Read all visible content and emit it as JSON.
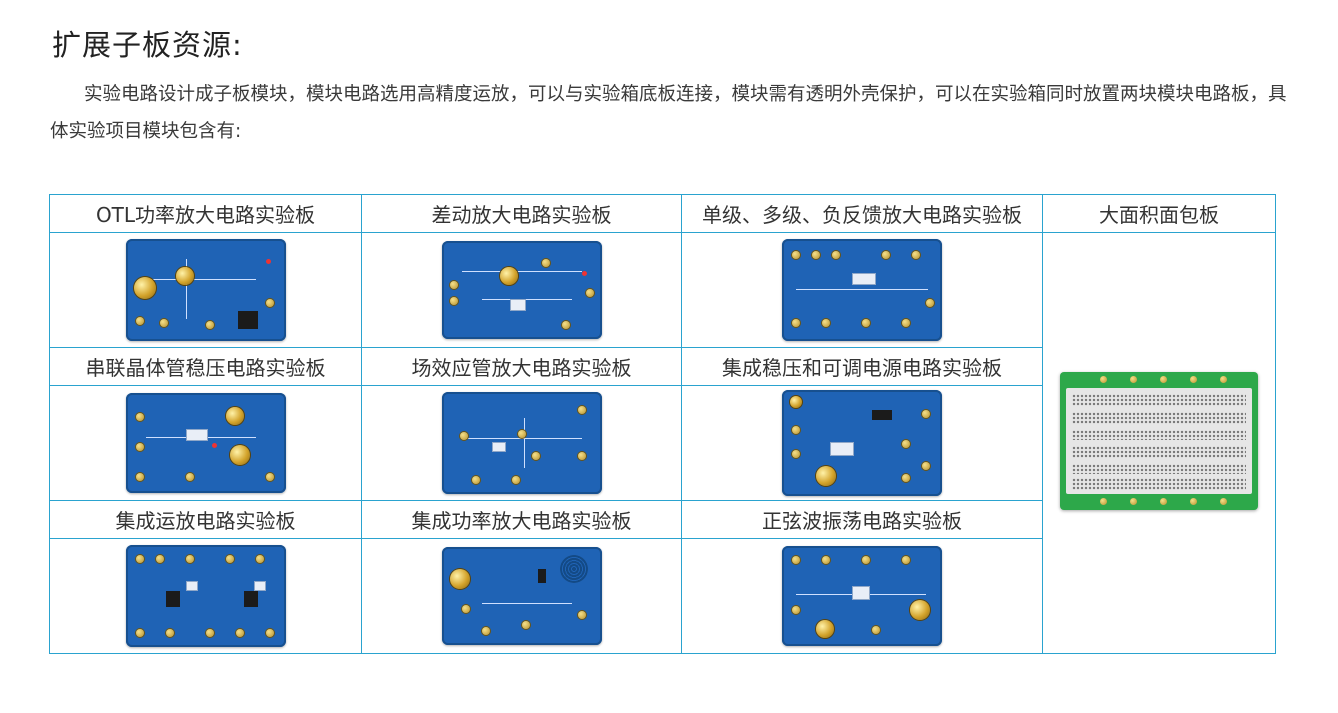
{
  "heading": "扩展子板资源:",
  "intro": "实验电路设计成子板模块，模块电路选用高精度运放，可以与实验箱底板连接，模块需有透明外壳保护，可以在实验箱同时放置两块模块电路板，具体实验项目模块包含有:",
  "colors": {
    "border": "#2aa3cf",
    "board": "#1f63b5",
    "breadboard": "#2da84a"
  },
  "boards": [
    {
      "label": "OTL功率放大电路实验板"
    },
    {
      "label": "差动放大电路实验板"
    },
    {
      "label": "单级、多级、负反馈放大电路实验板"
    },
    {
      "label": "串联晶体管稳压电路实验板"
    },
    {
      "label": "场效应管放大电路实验板"
    },
    {
      "label": "集成稳压和可调电源电路实验板"
    },
    {
      "label": "集成运放电路实验板"
    },
    {
      "label": "集成功率放大电路实验板"
    },
    {
      "label": "正弦波振荡电路实验板"
    }
  ],
  "breadboard": {
    "label": "大面积面包板"
  }
}
